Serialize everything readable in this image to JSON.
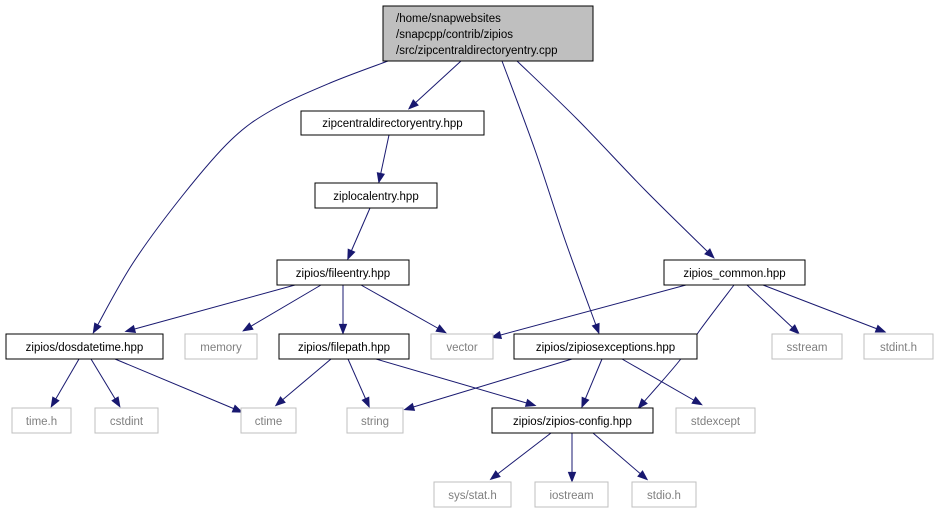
{
  "colors": {
    "edge": "#191970",
    "root_fill": "#bfbfbf",
    "system_border": "#bfbfbf",
    "system_text": "#7f7f7f"
  },
  "nodes": {
    "root": {
      "lines": [
        "/home/snapwebsites",
        "/snapcpp/contrib/zipios",
        "/src/zipcentraldirectoryentry.cpp"
      ]
    },
    "zipcentraldirectoryentry_hpp": {
      "label": "zipcentraldirectoryentry.hpp"
    },
    "ziplocalentry_hpp": {
      "label": "ziplocalentry.hpp"
    },
    "fileentry_hpp": {
      "label": "zipios/fileentry.hpp"
    },
    "zipios_common_hpp": {
      "label": "zipios_common.hpp"
    },
    "dosdatetime_hpp": {
      "label": "zipios/dosdatetime.hpp"
    },
    "memory": {
      "label": "memory"
    },
    "filepath_hpp": {
      "label": "zipios/filepath.hpp"
    },
    "vector": {
      "label": "vector"
    },
    "zipiosexceptions_hpp": {
      "label": "zipios/zipiosexceptions.hpp"
    },
    "sstream": {
      "label": "sstream"
    },
    "stdint_h": {
      "label": "stdint.h"
    },
    "time_h": {
      "label": "time.h"
    },
    "cstdint": {
      "label": "cstdint"
    },
    "ctime": {
      "label": "ctime"
    },
    "string": {
      "label": "string"
    },
    "zipios_config_hpp": {
      "label": "zipios/zipios-config.hpp"
    },
    "stdexcept": {
      "label": "stdexcept"
    },
    "sys_stat_h": {
      "label": "sys/stat.h"
    },
    "iostream": {
      "label": "iostream"
    },
    "stdio_h": {
      "label": "stdio.h"
    }
  },
  "edges": [
    {
      "from": "root",
      "to": "zipcentraldirectoryentry_hpp"
    },
    {
      "from": "root",
      "to": "dosdatetime_hpp"
    },
    {
      "from": "root",
      "to": "zipiosexceptions_hpp"
    },
    {
      "from": "root",
      "to": "zipios_common_hpp"
    },
    {
      "from": "zipcentraldirectoryentry_hpp",
      "to": "ziplocalentry_hpp"
    },
    {
      "from": "ziplocalentry_hpp",
      "to": "fileentry_hpp"
    },
    {
      "from": "fileentry_hpp",
      "to": "dosdatetime_hpp"
    },
    {
      "from": "fileentry_hpp",
      "to": "memory"
    },
    {
      "from": "fileentry_hpp",
      "to": "filepath_hpp"
    },
    {
      "from": "fileentry_hpp",
      "to": "vector"
    },
    {
      "from": "zipios_common_hpp",
      "to": "vector"
    },
    {
      "from": "zipios_common_hpp",
      "to": "sstream"
    },
    {
      "from": "zipios_common_hpp",
      "to": "stdint_h"
    },
    {
      "from": "zipios_common_hpp",
      "to": "zipios_config_hpp"
    },
    {
      "from": "dosdatetime_hpp",
      "to": "time_h"
    },
    {
      "from": "dosdatetime_hpp",
      "to": "cstdint"
    },
    {
      "from": "dosdatetime_hpp",
      "to": "ctime"
    },
    {
      "from": "filepath_hpp",
      "to": "ctime"
    },
    {
      "from": "filepath_hpp",
      "to": "string"
    },
    {
      "from": "filepath_hpp",
      "to": "zipios_config_hpp"
    },
    {
      "from": "zipiosexceptions_hpp",
      "to": "string"
    },
    {
      "from": "zipiosexceptions_hpp",
      "to": "zipios_config_hpp"
    },
    {
      "from": "zipiosexceptions_hpp",
      "to": "stdexcept"
    },
    {
      "from": "zipios_config_hpp",
      "to": "sys_stat_h"
    },
    {
      "from": "zipios_config_hpp",
      "to": "iostream"
    },
    {
      "from": "zipios_config_hpp",
      "to": "stdio_h"
    }
  ]
}
